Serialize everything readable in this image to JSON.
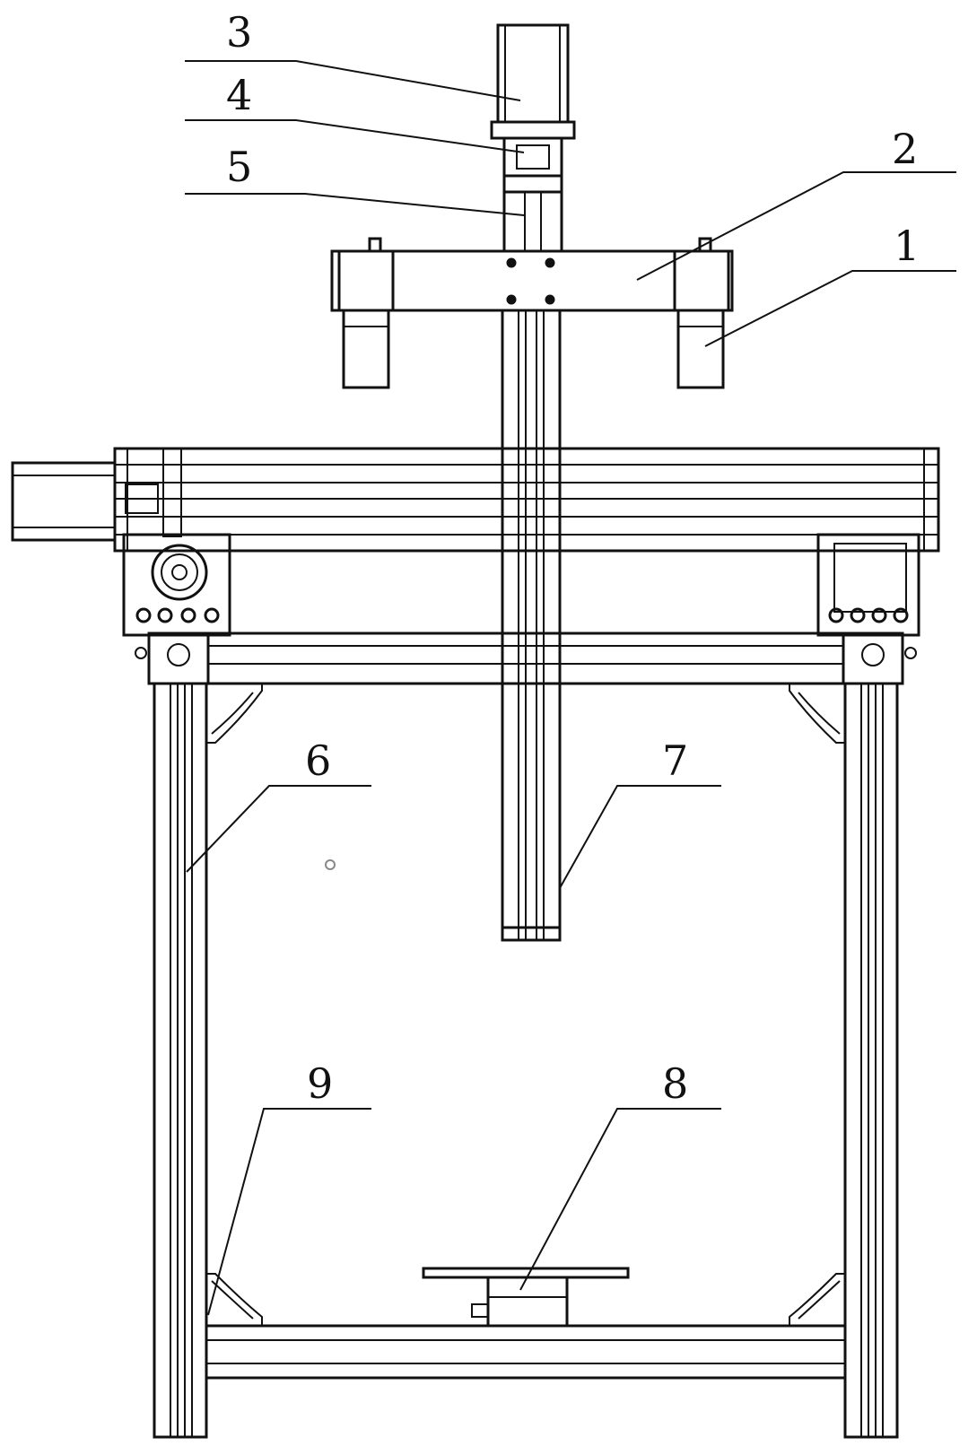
{
  "labels": {
    "l1": "1",
    "l2": "2",
    "l3": "3",
    "l4": "4",
    "l5": "5",
    "l6": "6",
    "l7": "7",
    "l8": "8",
    "l9": "9"
  },
  "colors": {
    "line": "#111111",
    "background": "#ffffff"
  }
}
